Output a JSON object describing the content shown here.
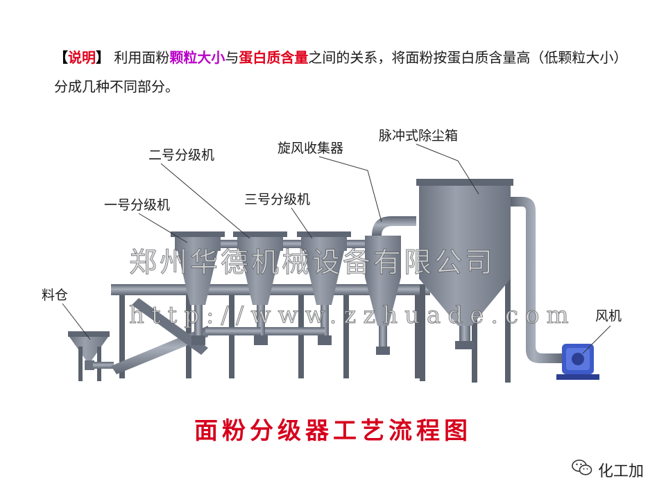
{
  "description": {
    "bracket_open": "【",
    "tag": "说明",
    "bracket_close": "】",
    "part1": "利用面粉",
    "highlight1": "颗粒大小",
    "part2": "与",
    "highlight2": "蛋白质含量",
    "part3": "之间的关系，将面粉按蛋白质含量高（低颗粒大小）分成几种不同部分。"
  },
  "diagram": {
    "labels": {
      "bin": "料仓",
      "classifier1": "一号分级机",
      "classifier2": "二号分级机",
      "classifier3": "三号分级机",
      "cyclone": "旋风收集器",
      "dust_box": "脉冲式除尘箱",
      "fan": "风机"
    },
    "watermark_company": "郑州华德机械设备有限公司",
    "watermark_url": "http://www.zzhuade.com"
  },
  "title": "面粉分级器工艺流程图",
  "brand": {
    "name": "化工加",
    "icon": "wechat-icon"
  },
  "colors": {
    "highlight_purple": "#b800c8",
    "highlight_red": "#e0001b",
    "equipment": "#7d8593",
    "fan": "#3d5ac8"
  }
}
